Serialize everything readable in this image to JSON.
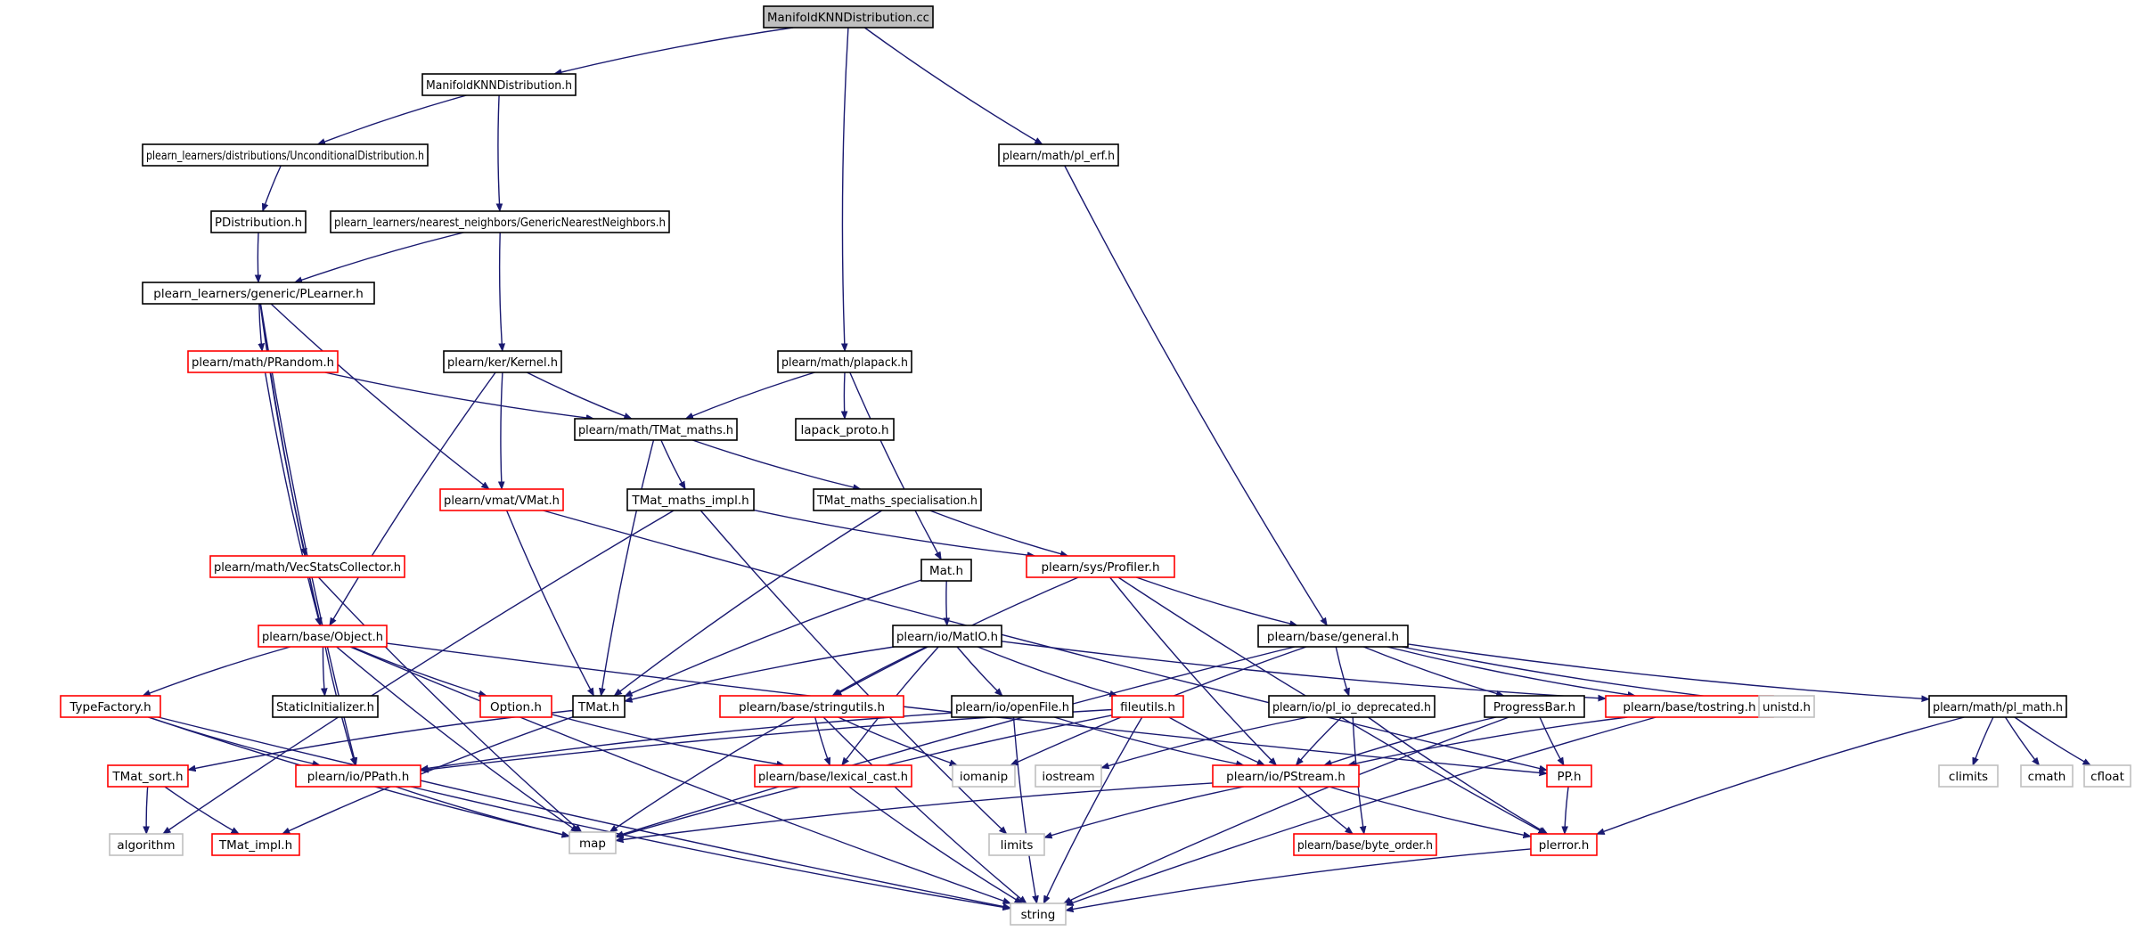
{
  "diagram": {
    "colors": {
      "edge": "#191970",
      "root_fill": "#bfbfbf",
      "normal_border": "#000000",
      "truncated_border": "#ff0000",
      "external_border": "#bfbfbf",
      "external_text": "#666666"
    },
    "nodes": [
      {
        "id": "root",
        "label": "ManifoldKNNDistribution.cc",
        "kind": "root"
      },
      {
        "id": "mknn_h",
        "label": "ManifoldKNNDistribution.h",
        "kind": "normal"
      },
      {
        "id": "uncond",
        "label": "plearn_learners/distributions/UnconditionalDistribution.h",
        "kind": "normal"
      },
      {
        "id": "pdist",
        "label": "PDistribution.h",
        "kind": "normal"
      },
      {
        "id": "gnn",
        "label": "plearn_learners/nearest_neighbors/GenericNearestNeighbors.h",
        "kind": "normal"
      },
      {
        "id": "plearner",
        "label": "plearn_learners/generic/PLearner.h",
        "kind": "normal"
      },
      {
        "id": "prandom",
        "label": "plearn/math/PRandom.h",
        "kind": "truncated"
      },
      {
        "id": "kernel",
        "label": "plearn/ker/Kernel.h",
        "kind": "normal"
      },
      {
        "id": "plapack",
        "label": "plearn/math/plapack.h",
        "kind": "normal"
      },
      {
        "id": "plerf",
        "label": "plearn/math/pl_erf.h",
        "kind": "normal"
      },
      {
        "id": "tmaths",
        "label": "plearn/math/TMat_maths.h",
        "kind": "normal"
      },
      {
        "id": "lapack",
        "label": "lapack_proto.h",
        "kind": "normal"
      },
      {
        "id": "vmat",
        "label": "plearn/vmat/VMat.h",
        "kind": "truncated"
      },
      {
        "id": "tmimpl",
        "label": "TMat_maths_impl.h",
        "kind": "normal"
      },
      {
        "id": "tmspec",
        "label": "TMat_maths_specialisation.h",
        "kind": "normal"
      },
      {
        "id": "vecstats",
        "label": "plearn/math/VecStatsCollector.h",
        "kind": "truncated"
      },
      {
        "id": "profiler",
        "label": "plearn/sys/Profiler.h",
        "kind": "truncated"
      },
      {
        "id": "mat",
        "label": "Mat.h",
        "kind": "normal"
      },
      {
        "id": "object",
        "label": "plearn/base/Object.h",
        "kind": "truncated"
      },
      {
        "id": "matio",
        "label": "plearn/io/MatIO.h",
        "kind": "normal"
      },
      {
        "id": "general",
        "label": "plearn/base/general.h",
        "kind": "normal"
      },
      {
        "id": "typefactory",
        "label": "TypeFactory.h",
        "kind": "truncated"
      },
      {
        "id": "staticinit",
        "label": "StaticInitializer.h",
        "kind": "normal"
      },
      {
        "id": "option",
        "label": "Option.h",
        "kind": "truncated"
      },
      {
        "id": "tmat",
        "label": "TMat.h",
        "kind": "normal"
      },
      {
        "id": "stringutils",
        "label": "plearn/base/stringutils.h",
        "kind": "truncated"
      },
      {
        "id": "openfile",
        "label": "plearn/io/openFile.h",
        "kind": "normal"
      },
      {
        "id": "fileutils",
        "label": "fileutils.h",
        "kind": "truncated"
      },
      {
        "id": "ploiodep",
        "label": "plearn/io/pl_io_deprecated.h",
        "kind": "normal"
      },
      {
        "id": "progressbar",
        "label": "ProgressBar.h",
        "kind": "normal"
      },
      {
        "id": "tostring",
        "label": "plearn/base/tostring.h",
        "kind": "truncated"
      },
      {
        "id": "unistd",
        "label": "unistd.h",
        "kind": "external"
      },
      {
        "id": "plmath",
        "label": "plearn/math/pl_math.h",
        "kind": "normal"
      },
      {
        "id": "tmatsort",
        "label": "TMat_sort.h",
        "kind": "truncated"
      },
      {
        "id": "ppath",
        "label": "plearn/io/PPath.h",
        "kind": "truncated"
      },
      {
        "id": "lexcast",
        "label": "plearn/base/lexical_cast.h",
        "kind": "truncated"
      },
      {
        "id": "iomanip",
        "label": "iomanip",
        "kind": "external"
      },
      {
        "id": "iostream",
        "label": "iostream",
        "kind": "external"
      },
      {
        "id": "pstream",
        "label": "plearn/io/PStream.h",
        "kind": "truncated"
      },
      {
        "id": "pph",
        "label": "PP.h",
        "kind": "truncated"
      },
      {
        "id": "climits",
        "label": "climits",
        "kind": "external"
      },
      {
        "id": "cmath",
        "label": "cmath",
        "kind": "external"
      },
      {
        "id": "cfloat",
        "label": "cfloat",
        "kind": "external"
      },
      {
        "id": "algorithm",
        "label": "algorithm",
        "kind": "external"
      },
      {
        "id": "tmatimpl",
        "label": "TMat_impl.h",
        "kind": "truncated"
      },
      {
        "id": "map",
        "label": "map",
        "kind": "external"
      },
      {
        "id": "limits",
        "label": "limits",
        "kind": "external"
      },
      {
        "id": "byteorder",
        "label": "plearn/base/byte_order.h",
        "kind": "truncated"
      },
      {
        "id": "plerror",
        "label": "plerror.h",
        "kind": "truncated"
      },
      {
        "id": "string",
        "label": "string",
        "kind": "external"
      }
    ],
    "edges": [
      [
        "root",
        "mknn_h"
      ],
      [
        "root",
        "plerf"
      ],
      [
        "root",
        "plapack"
      ],
      [
        "mknn_h",
        "uncond"
      ],
      [
        "mknn_h",
        "gnn"
      ],
      [
        "uncond",
        "pdist"
      ],
      [
        "pdist",
        "plearner"
      ],
      [
        "gnn",
        "plearner"
      ],
      [
        "gnn",
        "kernel"
      ],
      [
        "plearner",
        "prandom"
      ],
      [
        "plearner",
        "vmat"
      ],
      [
        "plearner",
        "vecstats"
      ],
      [
        "plearner",
        "object"
      ],
      [
        "plearner",
        "ppath"
      ],
      [
        "prandom",
        "tmaths"
      ],
      [
        "prandom",
        "object"
      ],
      [
        "kernel",
        "tmaths"
      ],
      [
        "kernel",
        "vmat"
      ],
      [
        "kernel",
        "object"
      ],
      [
        "plapack",
        "tmaths"
      ],
      [
        "plapack",
        "lapack"
      ],
      [
        "plapack",
        "mat"
      ],
      [
        "plerf",
        "general"
      ],
      [
        "tmaths",
        "tmimpl"
      ],
      [
        "tmaths",
        "tmspec"
      ],
      [
        "tmaths",
        "tmat"
      ],
      [
        "vmat",
        "tmat"
      ],
      [
        "vmat",
        "pph"
      ],
      [
        "tmimpl",
        "profiler"
      ],
      [
        "tmimpl",
        "algorithm"
      ],
      [
        "tmimpl",
        "limits"
      ],
      [
        "tmspec",
        "profiler"
      ],
      [
        "tmspec",
        "tmat"
      ],
      [
        "vecstats",
        "object"
      ],
      [
        "vecstats",
        "map"
      ],
      [
        "profiler",
        "general"
      ],
      [
        "profiler",
        "stringutils"
      ],
      [
        "profiler",
        "pstream"
      ],
      [
        "profiler",
        "plerror"
      ],
      [
        "mat",
        "tmat"
      ],
      [
        "mat",
        "matio"
      ],
      [
        "object",
        "typefactory"
      ],
      [
        "object",
        "staticinit"
      ],
      [
        "object",
        "option"
      ],
      [
        "object",
        "ppath"
      ],
      [
        "object",
        "map"
      ],
      [
        "object",
        "string"
      ],
      [
        "object",
        "pph"
      ],
      [
        "matio",
        "tmat"
      ],
      [
        "matio",
        "stringutils"
      ],
      [
        "matio",
        "openfile"
      ],
      [
        "matio",
        "fileutils"
      ],
      [
        "matio",
        "lexcast"
      ],
      [
        "matio",
        "tostring"
      ],
      [
        "general",
        "ploiodep"
      ],
      [
        "general",
        "progressbar"
      ],
      [
        "general",
        "tostring"
      ],
      [
        "general",
        "unistd"
      ],
      [
        "general",
        "plmath"
      ],
      [
        "general",
        "iomanip"
      ],
      [
        "general",
        "map"
      ],
      [
        "typefactory",
        "ppath"
      ],
      [
        "typefactory",
        "map"
      ],
      [
        "typefactory",
        "string"
      ],
      [
        "option",
        "lexcast"
      ],
      [
        "tmat",
        "tmatsort"
      ],
      [
        "tmat",
        "tmatimpl"
      ],
      [
        "stringutils",
        "lexcast"
      ],
      [
        "stringutils",
        "iomanip"
      ],
      [
        "stringutils",
        "map"
      ],
      [
        "stringutils",
        "string"
      ],
      [
        "openfile",
        "ppath"
      ],
      [
        "openfile",
        "pstream"
      ],
      [
        "openfile",
        "string"
      ],
      [
        "fileutils",
        "ppath"
      ],
      [
        "fileutils",
        "pstream"
      ],
      [
        "fileutils",
        "map"
      ],
      [
        "fileutils",
        "string"
      ],
      [
        "ploiodep",
        "iostream"
      ],
      [
        "ploiodep",
        "pstream"
      ],
      [
        "ploiodep",
        "byteorder"
      ],
      [
        "ploiodep",
        "plerror"
      ],
      [
        "progressbar",
        "pstream"
      ],
      [
        "progressbar",
        "pph"
      ],
      [
        "progressbar",
        "string"
      ],
      [
        "tostring",
        "pstream"
      ],
      [
        "tostring",
        "string"
      ],
      [
        "plmath",
        "climits"
      ],
      [
        "plmath",
        "cmath"
      ],
      [
        "plmath",
        "cfloat"
      ],
      [
        "plmath",
        "plerror"
      ],
      [
        "tmatsort",
        "algorithm"
      ],
      [
        "tmatsort",
        "tmatimpl"
      ],
      [
        "ppath",
        "map"
      ],
      [
        "ppath",
        "string"
      ],
      [
        "lexcast",
        "string"
      ],
      [
        "pstream",
        "map"
      ],
      [
        "pstream",
        "limits"
      ],
      [
        "pstream",
        "byteorder"
      ],
      [
        "pstream",
        "plerror"
      ],
      [
        "pph",
        "plerror"
      ],
      [
        "plerror",
        "string"
      ]
    ]
  }
}
